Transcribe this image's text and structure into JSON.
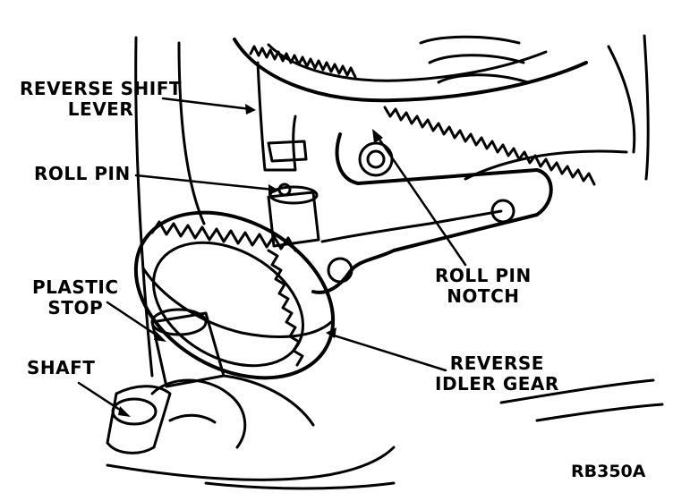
{
  "callouts": {
    "reverse_shift_lever": [
      "REVERSE SHIFT",
      "LEVER"
    ],
    "roll_pin": "ROLL PIN",
    "plastic_stop": [
      "PLASTIC",
      "STOP"
    ],
    "shaft": "SHAFT",
    "roll_pin_notch": [
      "ROLL PIN",
      "NOTCH"
    ],
    "reverse_idler_gear": [
      "REVERSE",
      "IDLER GEAR"
    ]
  },
  "figure_id": "RB350A",
  "colors": {
    "ink": "#000000",
    "paper": "#ffffff"
  }
}
